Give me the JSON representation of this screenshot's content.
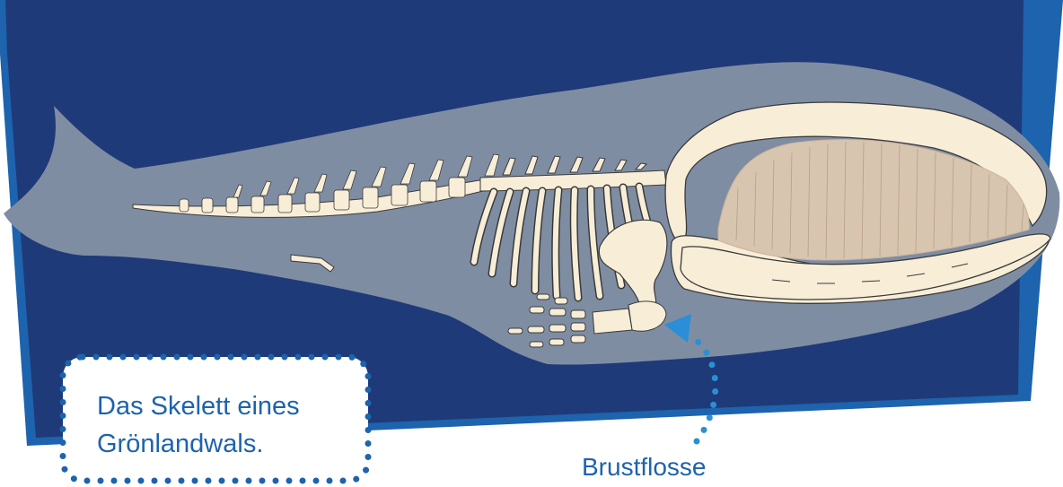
{
  "caption": {
    "line1": "Das Skelett eines",
    "line2": "Grönlandwals."
  },
  "labels": {
    "pectoral_fin": "Brustflosse"
  },
  "colors": {
    "background_panel": "#1f3a78",
    "panel_border": "#1d63ad",
    "whale_body": "#7f8da3",
    "bone": "#f8eed8",
    "bone_outline": "#3a3a3a",
    "baleen": "#d8c5b0",
    "accent_blue": "#1d63ad",
    "arrow": "#2a8fd6"
  }
}
